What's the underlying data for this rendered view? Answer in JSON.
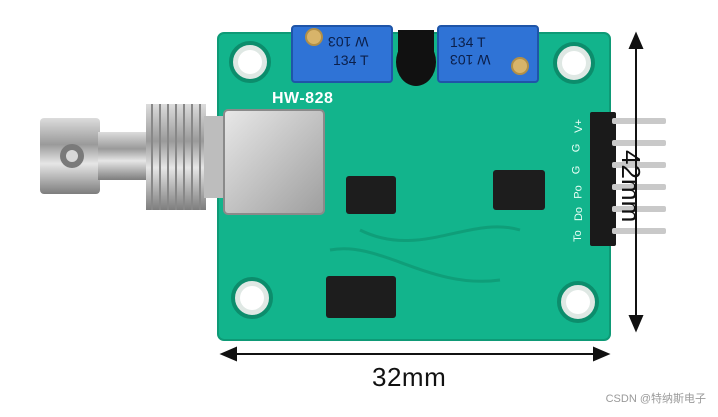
{
  "board": {
    "model_label": "HW-828",
    "pin_labels": [
      "V+",
      "G",
      "G",
      "Po",
      "Do",
      "To"
    ],
    "pot_left_label": [
      "W 103",
      "134 T"
    ],
    "pot_right_label": [
      "134 T",
      "W 103"
    ],
    "colors": {
      "pcb": "#12b48c",
      "pcb_dark": "#0e9a76",
      "silkscreen": "#ffffff",
      "pot": "#2f73d6",
      "pin_header": "#1a1a1a",
      "pins": "#c9c9c9",
      "bnc_metal": "#b9b9b9"
    }
  },
  "dimensions": {
    "width_label": "32mm",
    "height_label": "42mm"
  },
  "watermark": "CSDN @特纳斯电子"
}
